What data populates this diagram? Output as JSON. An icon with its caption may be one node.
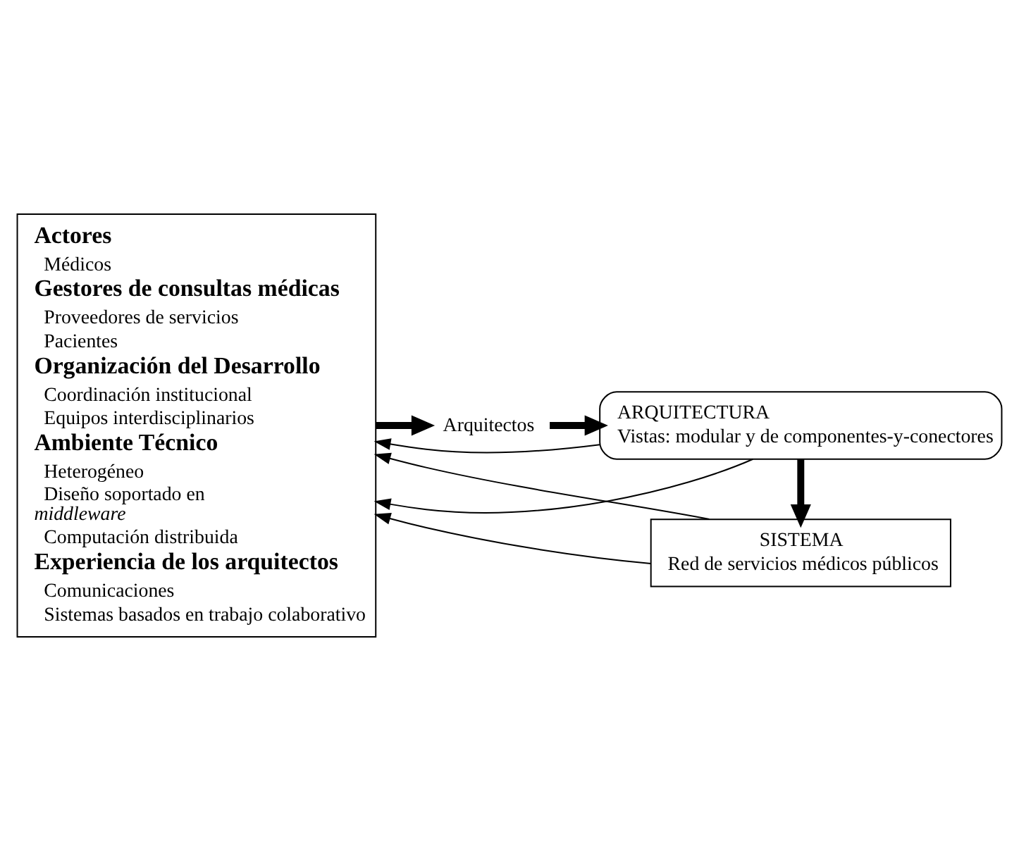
{
  "diagram": {
    "nodes": [
      {
        "text": [
          "Actores",
          "Médicos",
          "Gestores de consultas médicas",
          "Proveedores de servicios",
          "Pacientes",
          "Organización del Desarrollo",
          "Coordinación institucional",
          "Equipos interdisciplinarios",
          "Ambiente Técnico",
          "Heterogéneo",
          "Diseño soportado en *middleware*",
          "Computación distribuida",
          "Experiencia de los arquitectos",
          "Comunicaciones",
          "Sistemas basados en trabajo colaborativo"
        ]
      },
      {
        "text": [
          "Arquitectos"
        ]
      },
      {
        "text": [
          "ARQUITECTURA",
          "Vistas: modular y de componentes-y-conectores"
        ]
      },
      {
        "text": [
          "SISTEMA",
          "Red de servicios médicos públicos"
        ]
      }
    ],
    "edges": [
      {
        "from": 0,
        "to": 1,
        "arrow": "to",
        "style": "thick"
      },
      {
        "from": 1,
        "to": 2,
        "arrow": "to",
        "style": "thick"
      },
      {
        "from": 2,
        "to": 3,
        "arrow": "to",
        "style": "thick"
      },
      {
        "from": 2,
        "to": 0,
        "arrow": "to"
      },
      {
        "from": 2,
        "to": 0,
        "arrow": "to"
      },
      {
        "from": 3,
        "to": 0,
        "arrow": "to"
      },
      {
        "from": 3,
        "to": 0,
        "arrow": "to"
      }
    ]
  }
}
